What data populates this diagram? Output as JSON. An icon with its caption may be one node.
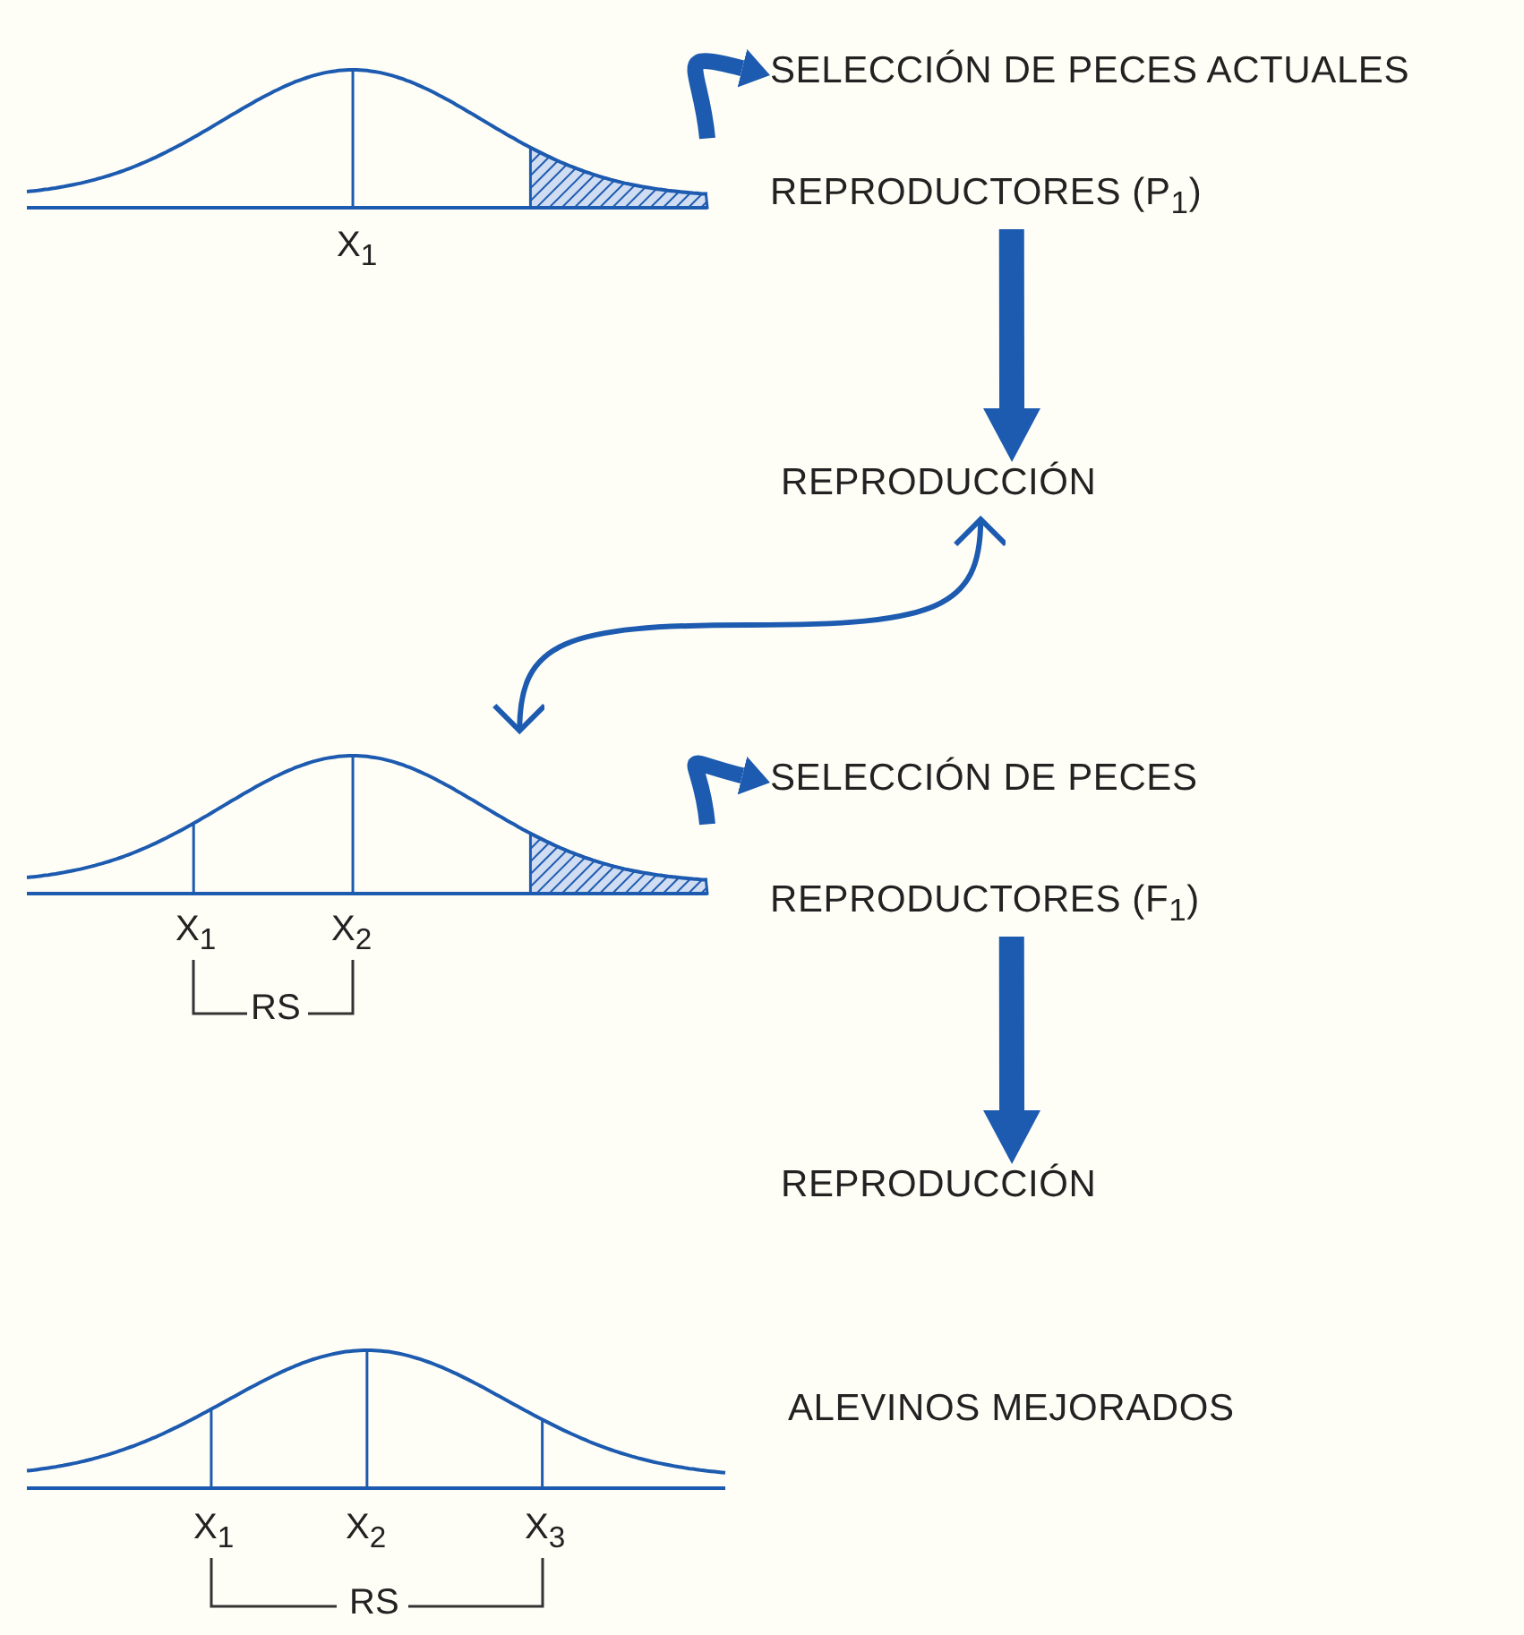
{
  "diagram": {
    "nodes": [
      {
        "text": [],
        "shape": "curve",
        "beside": [
          "X$_{1}$"
        ]
      },
      {
        "text": [
          "SELECCIÓN DE PECES ACTUALES",
          "REPRODUCTORES (P$_{1}$)"
        ]
      },
      {
        "text": [
          "REPRODUCCIÓN"
        ]
      },
      {
        "text": [],
        "shape": "curve",
        "beside": [
          "X$_{1}$",
          "X$_{2}$"
        ]
      },
      {
        "text": [
          "SELECCIÓN DE PECES",
          "REPRODUCTORES (F$_{1}$)"
        ]
      },
      {
        "text": [
          "REPRODUCCIÓN"
        ]
      },
      {
        "text": [],
        "shape": "curve",
        "beside": [
          "X$_{1}$",
          "X$_{2}$",
          "X$_{3}$"
        ]
      },
      {
        "text": [
          "ALEVINOS MEJORADOS"
        ]
      }
    ],
    "edges": [
      {
        "from": 0,
        "to": 1,
        "arrow": "to"
      },
      {
        "from": 1,
        "to": 2,
        "arrow": "to"
      },
      {
        "from": 2,
        "to": 3,
        "arrow": "both"
      },
      {
        "from": 3,
        "to": 4,
        "arrow": "to"
      },
      {
        "from": 4,
        "to": 5,
        "arrow": "to"
      }
    ],
    "labels": [
      "RS",
      "RS"
    ]
  }
}
